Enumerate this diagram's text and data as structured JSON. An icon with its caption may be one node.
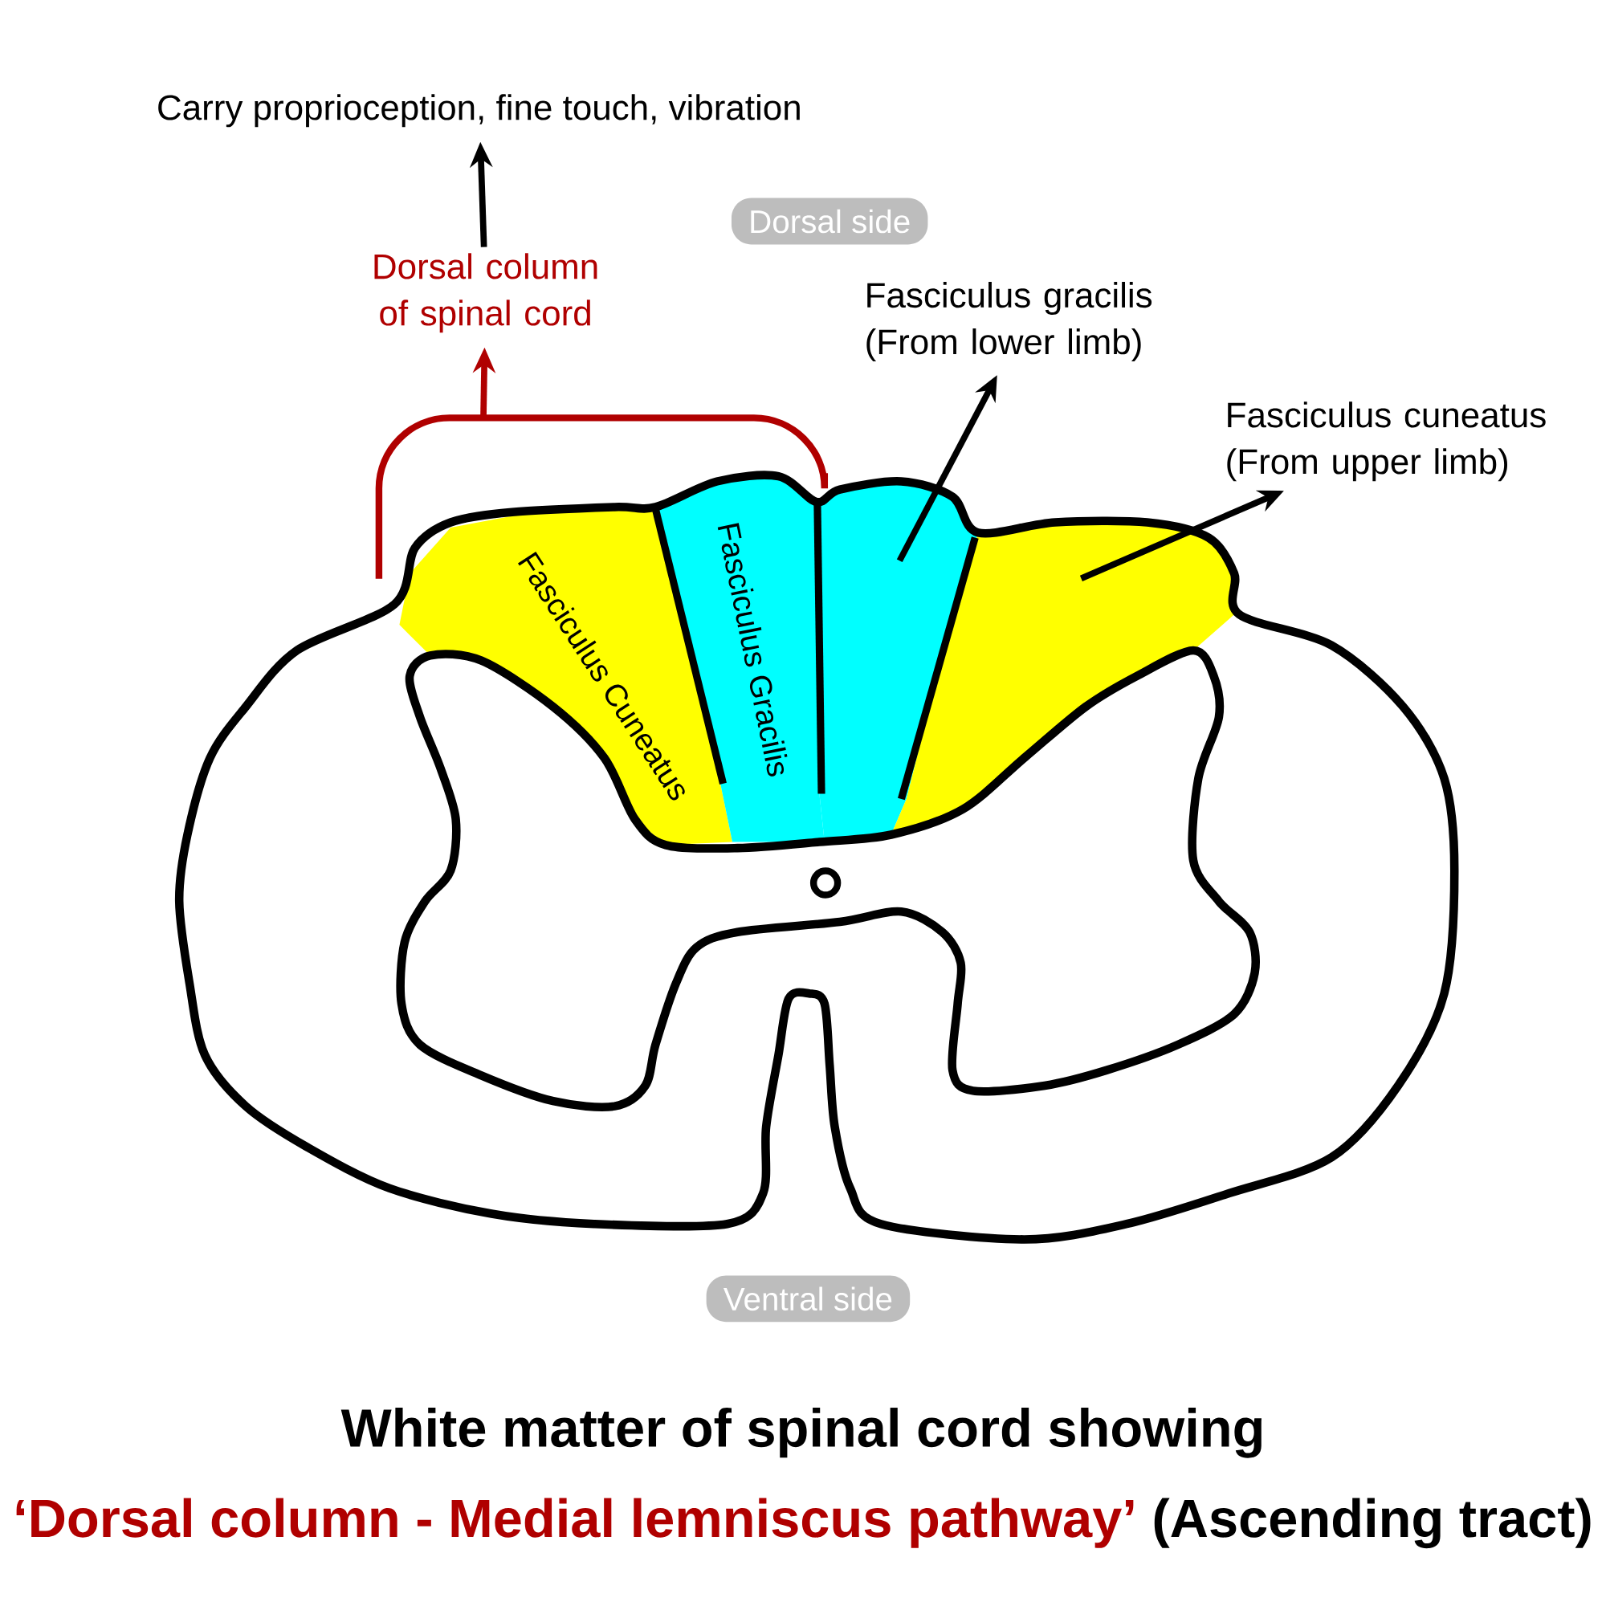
{
  "diagram": {
    "caption": "White matter of spinal cord showing",
    "nodes": [
      {
        "text": [
          "Carry proprioception, fine touch, vibration"
        ]
      },
      {
        "text": [
          "Dorsal column of spinal cord"
        ]
      },
      {
        "text": [
          "Dorsal side"
        ]
      },
      {
        "text": [
          "Fasciculus gracilis (From lower limb)"
        ]
      },
      {
        "text": [
          "Fasciculus cuneatus (From upper limb)"
        ]
      },
      {
        "text": [
          "Fasciculus Cuneatus"
        ]
      },
      {
        "text": [
          "Fasciculus Gracilis"
        ]
      },
      {
        "text": [],
        "shape": "region"
      },
      {
        "text": [],
        "shape": "region"
      },
      {
        "text": [
          "Ventral side"
        ]
      },
      {
        "text": [],
        "shape": "bracket"
      }
    ],
    "edges": [
      {
        "from": 10,
        "to": 1,
        "arrow": "to",
        "color": "#b00000"
      },
      {
        "from": 1,
        "to": 0,
        "arrow": "to"
      },
      {
        "from": 7,
        "to": 3,
        "arrow": "to"
      },
      {
        "from": 8,
        "to": 4,
        "arrow": "to"
      }
    ],
    "labels": [
      "‘Dorsal column - Medial lemniscus pathway’",
      "(Ascending tract)"
    ]
  }
}
